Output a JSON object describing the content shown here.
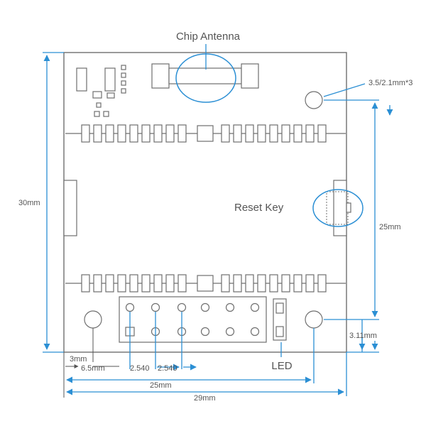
{
  "title_labels": {
    "chip_antenna": "Chip Antenna",
    "reset_key": "Reset Key",
    "led": "LED"
  },
  "dimensions": {
    "hole_spec": "3.5/2.1mm*3",
    "height_total": "30mm",
    "height_holes": "25mm",
    "hole_from_bottom": "3.11mm",
    "hole_from_left_edge": "3mm",
    "header_offset": "6.5mm",
    "pitch_1": "2.540",
    "pitch_2": "2.540",
    "width_holes": "25mm",
    "width_total": "29mm"
  },
  "colors": {
    "accent": "#2b8fd4",
    "outline": "#6f6f6f",
    "text": "#555555"
  }
}
